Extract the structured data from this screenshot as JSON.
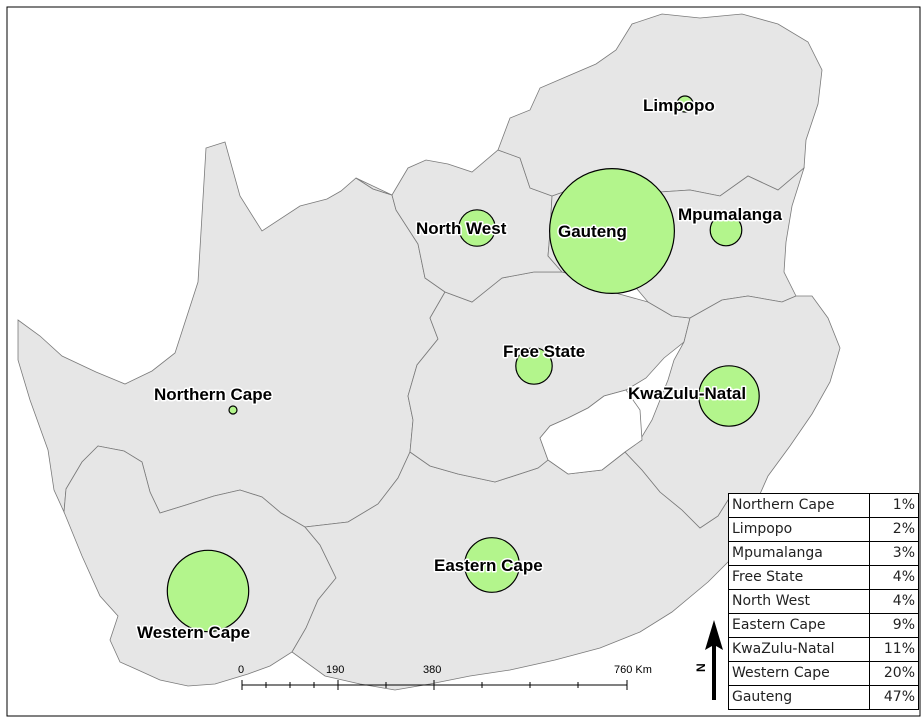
{
  "map": {
    "colors": {
      "province_fill": "#e6e6e6",
      "province_border": "#7a7a7a",
      "bubble_fill": "#b3f58c",
      "background": "#ffffff"
    },
    "provinces": [
      {
        "name": "Northern Cape",
        "share": "1%",
        "value": 1
      },
      {
        "name": "Limpopo",
        "share": "2%",
        "value": 2
      },
      {
        "name": "Mpumalanga",
        "share": "3%",
        "value": 3
      },
      {
        "name": "Free State",
        "share": "4%",
        "value": 4
      },
      {
        "name": "North West",
        "share": "4%",
        "value": 4
      },
      {
        "name": "Eastern Cape",
        "share": "9%",
        "value": 9
      },
      {
        "name": "KwaZulu-Natal",
        "share": "11%",
        "value": 11
      },
      {
        "name": "Western Cape",
        "share": "20%",
        "value": 20
      },
      {
        "name": "Gauteng",
        "share": "47%",
        "value": 47
      }
    ],
    "scale_bar": {
      "ticks": [
        "0",
        "190",
        "380",
        "760 Km"
      ]
    },
    "north_arrow": {
      "label": "N"
    }
  }
}
